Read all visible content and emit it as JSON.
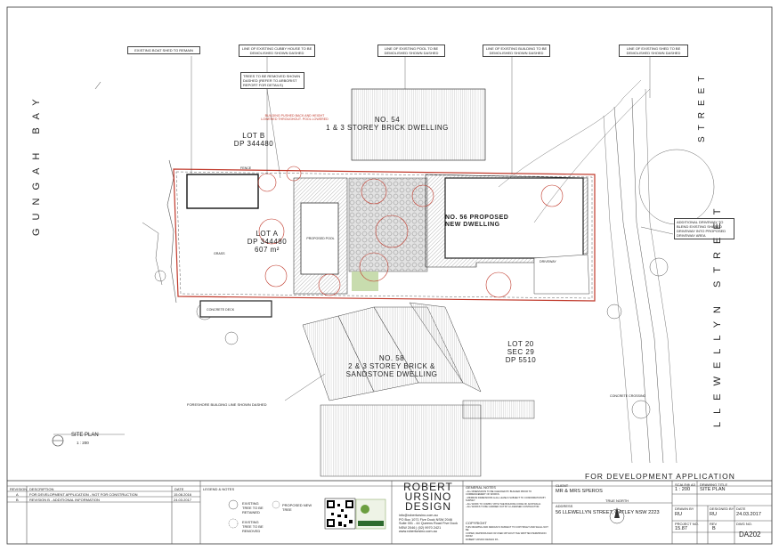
{
  "labels": {
    "boat_shed": "EXISTING BOAT SHED TO REMAIN",
    "cubby": "LINE OF EXISTING CUBBY HOUSE TO BE DEMOLISHED SHOWN DASHED",
    "pool_line": "LINE OF EXISTING POOL TO BE DEMOLISHED SHOWN DASHED",
    "building_line": "LINE OF EXISTING BUILDING TO BE DEMOLISHED SHOWN DASHED",
    "shed_line": "LINE OF EXISTING SHED TO BE DEMOLISHED SHOWN DASHED",
    "trees": "TREES TO BE REMOVED SHOWN DASHED (REFER TO ARBORIST REPORT FOR DETAILS)",
    "building_pushed": "BUILDING PUSHED BACK AND HEIGHT LOWERED THROUGHOUT. POOL LOWERED",
    "no54": "NO. 54\n1 & 3 STOREY BRICK DWELLING",
    "lot_b": "LOT B\nDP 344480",
    "lot_a": "LOT A\nDP 344480\n607 m²",
    "proposed_pool": "PROPOSED POOL",
    "no56": "NO. 56 PROPOSED NEW DWELLING",
    "driveway": "DRIVEWAY",
    "lot20": "LOT 20\nSEC 29\nDP 5510",
    "no58": "NO. 58\n2 & 3 STOREY BRICK &\nSANDSTONE DWELLING",
    "foreshore": "FORESHORE BUILDING LINE SHOWN DASHED",
    "add_driveway": "ADDITIONAL DRIVEWAY TO BLEND EXISTING SHARED DRIVEWAY INTO PROPOSED DRIVEWAY AREA",
    "gungah": "GUNGAH BAY",
    "llewellyn": "LLEWELLYN STREET",
    "street": "STREET",
    "site_plan_title": "SITE PLAN",
    "site_plan_scale": "1 : 200",
    "dev_app": "FOR DEVELOPMENT APPLICATION",
    "concrete_deck": "CONCRETE DECK",
    "fence": "FENCE",
    "grass": "GRASS",
    "crossing": "CONCRETE CROSSING"
  },
  "revisions": {
    "headers": [
      "REVISION",
      "DESCRIPTION",
      "DATE"
    ],
    "rows": [
      [
        "A",
        "FOR DEVELOPMENT APPLICATION - NOT FOR CONSTRUCTION",
        "15.08.2016"
      ],
      [
        "B",
        "REVISION B - ADDITIONAL INFORMATION",
        "24.03.2017"
      ]
    ]
  },
  "legend": {
    "title": "LEGEND & NOTES",
    "items": [
      "EXISTING TREE TO BE RETAINED",
      "EXISTING TREE TO BE REMOVED",
      "PROPOSED NEW TREE"
    ]
  },
  "company": {
    "name_1": "ROBERT",
    "name_2": "URSINO",
    "name_3": "DESIGN",
    "contact": "info@robertursino.com.au\nPO Box 1071 Five Dock NSW 2046\nSuite 001 - 44 Queens Road Five Dock\nNSW 2046  |  (02) 9970 2421\nwww.robertursino.com.au"
  },
  "notes": {
    "general_title": "GENERAL NOTES",
    "general_lines": [
      "- ALL DIMENSIONS TO BE CHECKED BY BUILDER PRIOR TO COMMENCEMENT OF WORKS.",
      "- MINIMUM DIMENSIONS & ALL LEVELS SUBJECT TO CONFIRMATION BY SURVEY.",
      "- ALL WORK TO COMPLY WITH THE BUILDING CODE OF AUSTRALIA.",
      "- ALL WORKS TO BE CARRIED OUT BY A LICENSED CONTRACTOR."
    ],
    "copyright_title": "COPYRIGHT",
    "copyright_lines": [
      "THIS DRAWING AND DESIGN IS SUBJECT TO COPYRIGHT AND SHALL NOT BE",
      "COPIED, REPRODUCED OR USED WITHOUT THE WRITTEN PERMISSION FROM",
      "ROBERT URSINO DESIGN P/L."
    ]
  },
  "client": {
    "label": "CLIENT",
    "value": "MR & MRS SPEROS",
    "address_label": "ADDRESS",
    "address": "56 LLEWELLYN STREET, OATLEY NSW 2223"
  },
  "title_block": {
    "scale_label": "SCALE",
    "scale": "1 : 200",
    "paper": "@ A3",
    "north_label": "TRUE NORTH",
    "drawing_title_label": "DRAWING TITLE",
    "drawing_title": "SITE PLAN",
    "drawn_by_label": "DRAWN BY",
    "drawn_by": "RU",
    "designed_by_label": "DESIGNED BY",
    "designed_by": "RU",
    "date_label": "DATE",
    "date": "24.03.2017",
    "project_no_label": "PROJECT NO.",
    "project_no": "15.87",
    "rev_label": "REV",
    "rev": "B",
    "dwg_no_label": "DWG NO.",
    "dwg_no": "DA202"
  },
  "colors": {
    "line": "#333333",
    "red": "#c0392b",
    "green": "#c8dcae",
    "hatch": "#9a9a9a"
  }
}
